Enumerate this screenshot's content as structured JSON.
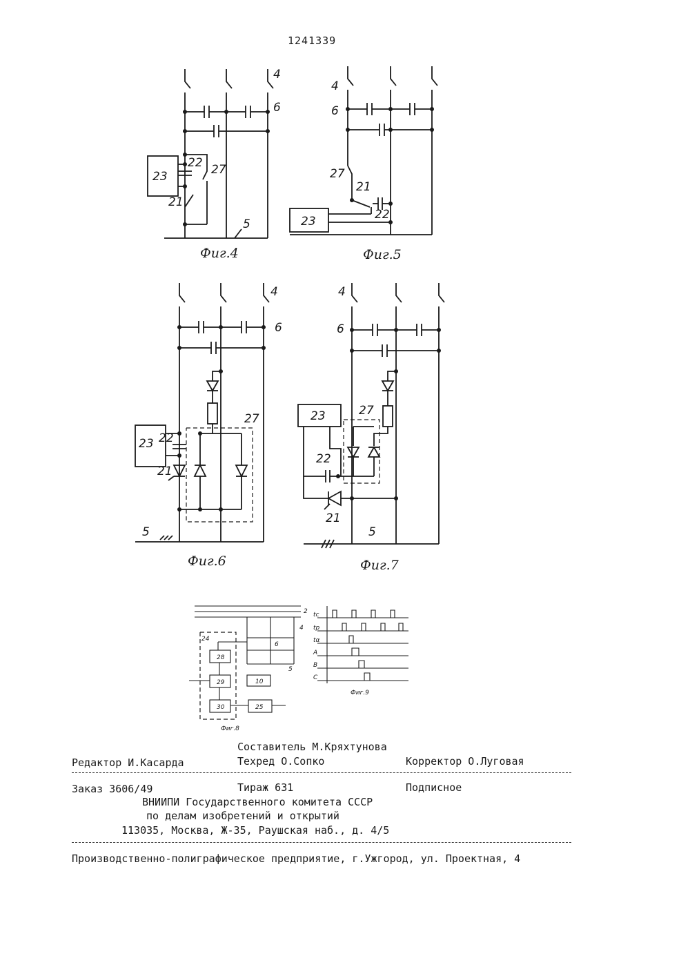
{
  "page_number": "1241339",
  "figures": {
    "fig4": {
      "caption": "Фиг.4",
      "labels": {
        "line_4": "4",
        "bus_6": "6",
        "bus_5": "5",
        "block_23": "23",
        "cap_22": "22",
        "contact_21": "21",
        "breaker_27": "27"
      }
    },
    "fig5": {
      "caption": "Фиг.5",
      "labels": {
        "line_4": "4",
        "bus_6": "6",
        "block_23": "23",
        "cap_22": "22",
        "contact_21": "21",
        "breaker_27": "27"
      }
    },
    "fig6": {
      "caption": "Фиг.6",
      "labels": {
        "line_4": "4",
        "bus_6": "6",
        "bus_5": "5",
        "block_23": "23",
        "cap_22": "22",
        "diode_21": "21",
        "unit_27": "27"
      }
    },
    "fig7": {
      "caption": "Фиг.7",
      "labels": {
        "line_4": "4",
        "bus_6": "6",
        "bus_5": "5",
        "block_23": "23",
        "cap_22": "22",
        "thyristor_21": "21",
        "unit_27": "27"
      }
    },
    "fig8": {
      "caption": "Фиг.8",
      "labels": {
        "bus_2": "2",
        "line_4": "4",
        "bus_6": "6",
        "bus_5": "5",
        "frame_24": "24",
        "block_28": "28",
        "block_29": "29",
        "block_10": "10",
        "block_30": "30",
        "block_25": "25"
      }
    },
    "fig9": {
      "caption": "Фиг.9",
      "rows": [
        "tc",
        "tp",
        "tα",
        "A",
        "B",
        "C"
      ]
    }
  },
  "imprint": {
    "composer": "Составитель М.Кряхтунова",
    "editor": "Редактор И.Касарда",
    "techred": "Техред О.Сопко",
    "corrector": "Корректор О.Луговая",
    "order": "Заказ 3606/49",
    "circulation": "Тираж 631",
    "subscription": "Подписное",
    "org_line1": "ВНИИПИ Государственного комитета СССР",
    "org_line2": "по делам изобретений и открытий",
    "address": "113035, Москва, Ж-35, Раушская наб., д. 4/5",
    "printer": "Производственно-полиграфическое предприятие, г.Ужгород, ул. Проектная, 4"
  }
}
